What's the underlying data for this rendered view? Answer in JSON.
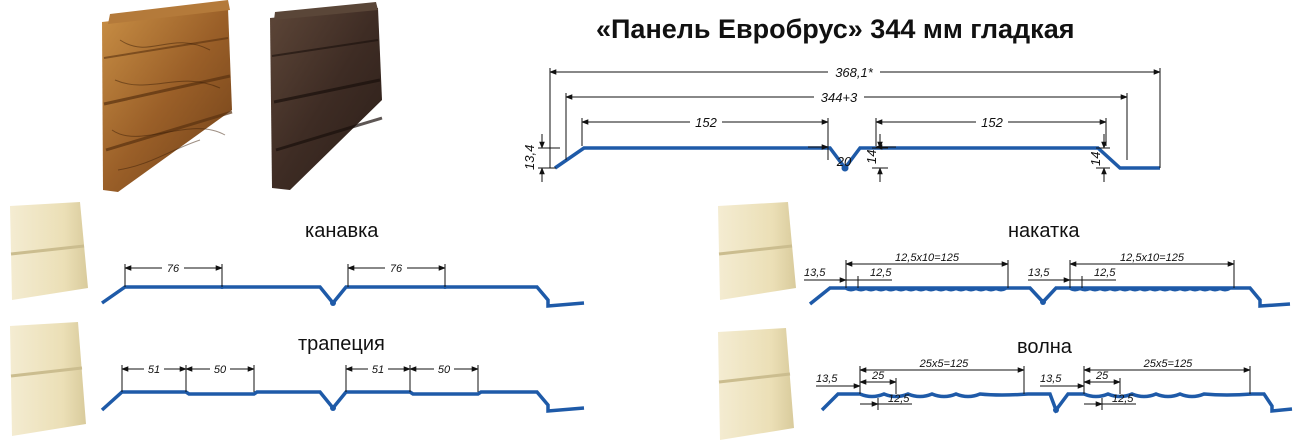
{
  "title": "«Панель Евробрус» 344 мм гладкая",
  "colors": {
    "profile": "#1e5aa8",
    "dimension": "#111111",
    "wood_light": "#a86a2c",
    "wood_dark": "#4a362c",
    "cream": "#ede2bd"
  },
  "images": {
    "sample_1": "wood-light-panel-image",
    "sample_2": "wood-dark-panel-image",
    "sample_3": "cream-panel-image"
  },
  "main_profile": {
    "overall": "368,1*",
    "width": "344+3",
    "left_section": "152",
    "groove": "20",
    "right_section": "152",
    "height_left": "13,4",
    "height_mid": "14",
    "height_right": "14"
  },
  "variants": [
    {
      "label": "канавка",
      "dims": [
        "76",
        "76"
      ]
    },
    {
      "label": "трапеция",
      "dims": [
        "51",
        "50",
        "51",
        "50"
      ]
    },
    {
      "label": "накатка",
      "dims": [
        "12,5x10=125",
        "12,5x10=125",
        "13,5",
        "12,5",
        "13,5",
        "12,5"
      ]
    },
    {
      "label": "волна",
      "dims": [
        "25x5=125",
        "25x5=125",
        "13,5",
        "25",
        "12,5",
        "13,5",
        "25",
        "12,5"
      ]
    }
  ]
}
